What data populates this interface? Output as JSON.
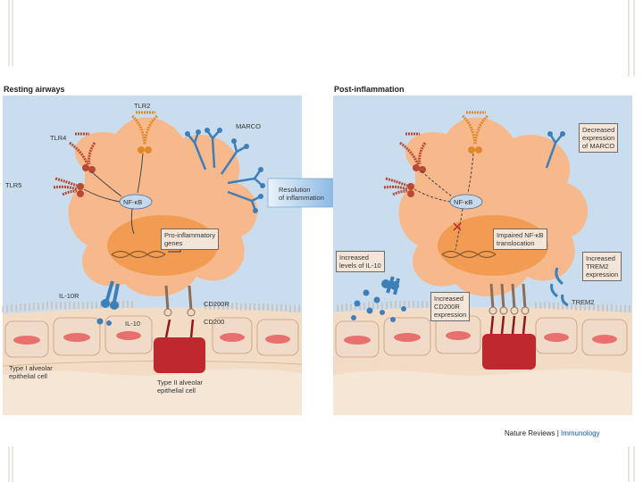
{
  "left_panel": {
    "title": "Resting airways",
    "labels": {
      "tlr2": "TLR2",
      "tlr4": "TLR4",
      "tlr5": "TLR5",
      "marco": "MARCO",
      "nfkb": "NF-κB",
      "genes": "Pro-inflammatory\ngenes",
      "il10r": "IL-10R",
      "il10": "IL-10",
      "cd200r": "CD200R",
      "cd200": "CD200",
      "type1": "Type I alveolar\nepithelial cell",
      "type2": "Type II alveolar\nepithelial cell"
    }
  },
  "arrow_label": "Resolution\nof inflammation",
  "right_panel": {
    "title": "Post-inflammation",
    "labels": {
      "nfkb": "NF-κB",
      "decreased_marco": "Decreased\nexpression\nof MARCO",
      "impaired": "Impaired NF-κB\ntranslocation",
      "il10_levels": "Increased\nlevels of IL-10",
      "trem2_increased": "Increased\nTREM2\nexpression",
      "cd200r_increased": "Increased\nCD200R\nexpression",
      "trem2": "TREM2"
    }
  },
  "credit": {
    "journal": "Nature Reviews",
    "separator": " | ",
    "section": "Immunology"
  },
  "colors": {
    "cell": "#f7b98c",
    "nucleus": "#f19c52",
    "epithelium": "#f3dcc6",
    "type2_cell": "#c0282f",
    "marco": "#3d7fb8",
    "tlr": "#b84a32",
    "tlr2": "#e08a2c",
    "arrow": "#5b9bd5",
    "frame": "#e7ddd0"
  }
}
